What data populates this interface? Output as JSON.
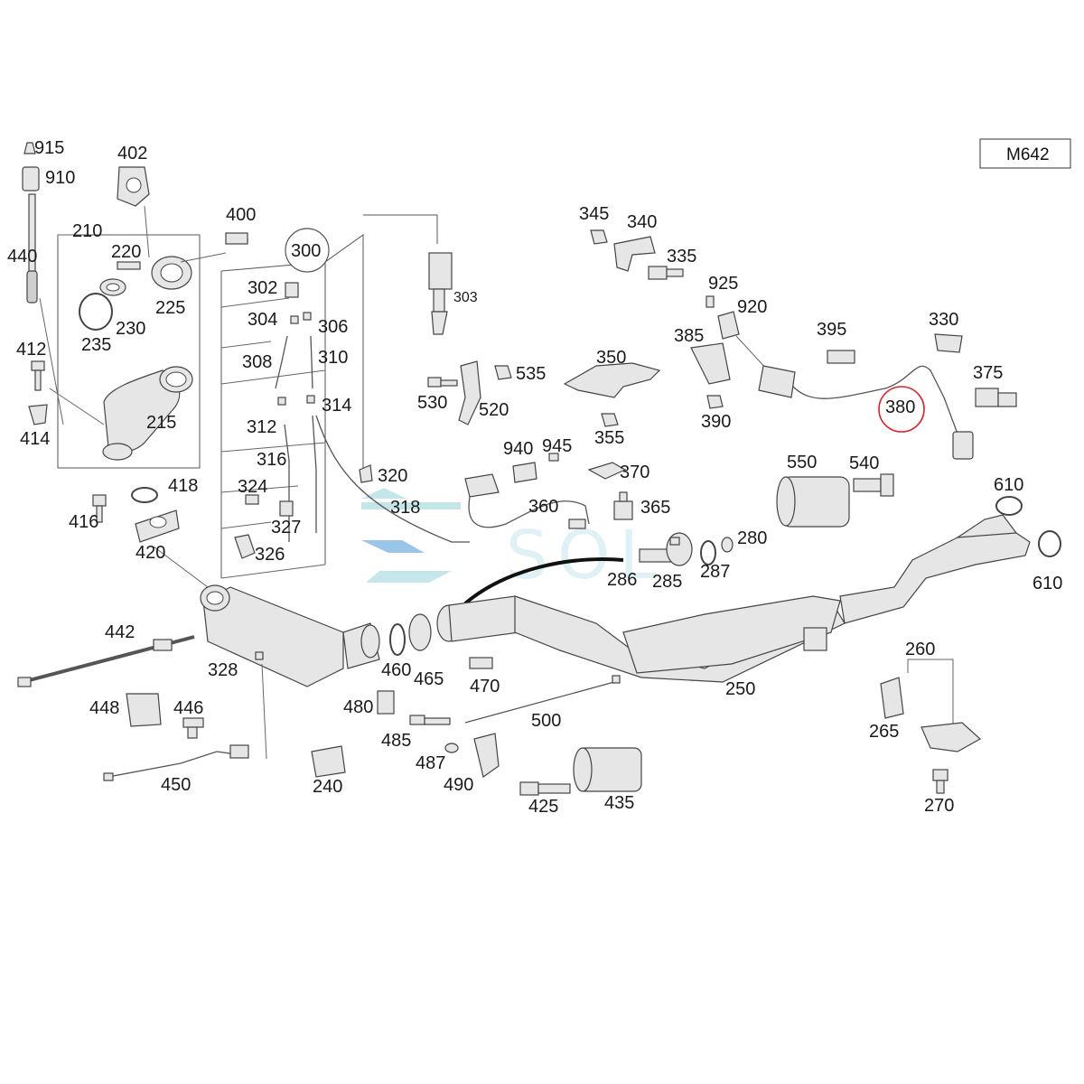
{
  "model": "M642",
  "highlight": "380",
  "watermark": "SOL",
  "labels": {
    "p915": "915",
    "p910": "910",
    "p440": "440",
    "p402": "402",
    "p210": "210",
    "p220": "220",
    "p400": "400",
    "p225": "225",
    "p230": "230",
    "p235": "235",
    "p412": "412",
    "p215": "215",
    "p414": "414",
    "p418": "418",
    "p416": "416",
    "p420": "420",
    "p300": "300",
    "p302": "302",
    "p303": "303",
    "p304": "304",
    "p306": "306",
    "p308": "308",
    "p310": "310",
    "p312": "312",
    "p314": "314",
    "p316": "316",
    "p320": "320",
    "p318": "318",
    "p324": "324",
    "p327": "327",
    "p326": "326",
    "p345": "345",
    "p340": "340",
    "p335": "335",
    "p925": "925",
    "p920": "920",
    "p395": "395",
    "p330": "330",
    "p375": "375",
    "p385": "385",
    "p380": "380",
    "p350": "350",
    "p535": "535",
    "p530": "530",
    "p520": "520",
    "p390": "390",
    "p355": "355",
    "p940": "940",
    "p945": "945",
    "p370": "370",
    "p360": "360",
    "p365": "365",
    "p550": "550",
    "p540": "540",
    "p610a": "610",
    "p610b": "610",
    "p280": "280",
    "p286": "286",
    "p285": "285",
    "p287": "287",
    "p442": "442",
    "p328": "328",
    "p460": "460",
    "p465": "465",
    "p470": "470",
    "p250": "250",
    "p260": "260",
    "p448": "448",
    "p446": "446",
    "p480": "480",
    "p500": "500",
    "p485": "485",
    "p487": "487",
    "p490": "490",
    "p450": "450",
    "p240": "240",
    "p425": "425",
    "p435": "435",
    "p265": "265",
    "p270": "270"
  },
  "colors": {
    "highlight": "#e0202a",
    "watermark": "#9fd6dc",
    "watermark_blue": "#5a9fd8"
  }
}
